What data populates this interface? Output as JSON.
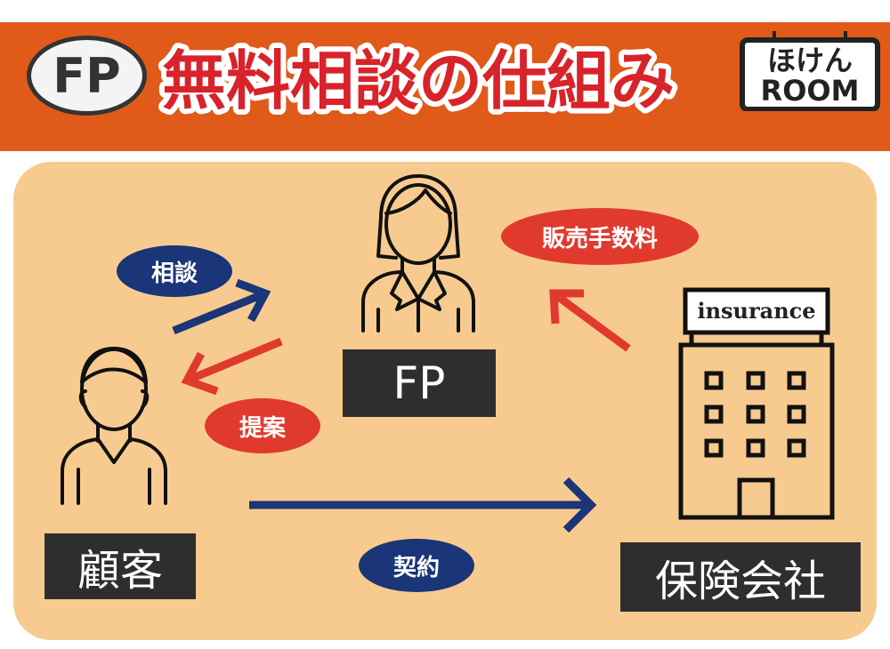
{
  "header": {
    "badge": "FP",
    "title": "無料相談の仕組み",
    "logo_line1": "ほけん",
    "logo_line2": "ROOM"
  },
  "nodes": {
    "fp": "FP",
    "customer": "顧客",
    "insurer": "保険会社",
    "building_sign": "insurance"
  },
  "edges": {
    "consult": "相談",
    "proposal": "提案",
    "contract": "契約",
    "commission": "販売手数料"
  },
  "colors": {
    "banner": "#e05a1a",
    "panel": "#f7cb8f",
    "blue": "#1a3578",
    "red": "#e03a2f",
    "title_red": "#d8232a",
    "label_bg": "#2e2e2e"
  }
}
